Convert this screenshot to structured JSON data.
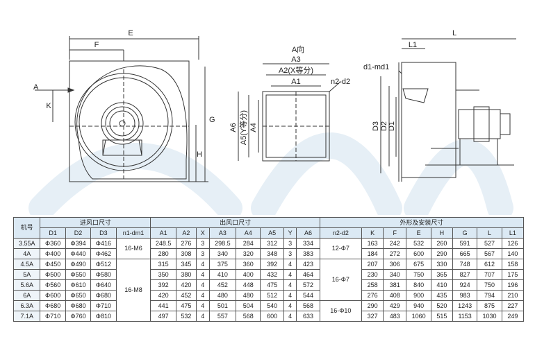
{
  "colors": {
    "header_bg": "#dbe9f4",
    "watermark": "#e6eff6",
    "line": "#333333"
  },
  "drawing": {
    "front_view": {
      "E": "E",
      "F": "F",
      "A": "A",
      "K": "K",
      "G": "G",
      "H": "H"
    },
    "outlet_view": {
      "title": "A向",
      "A3": "A3",
      "A2": "A2(X等分)",
      "A1": "A1",
      "n2d2": "n2-d2",
      "A6": "A6",
      "A5": "A5(Y等分)",
      "A4": "A4"
    },
    "side_view": {
      "L": "L",
      "L1": "L1",
      "d1md1": "d1-md1",
      "D3": "D3",
      "D2": "D2",
      "D1": "D1"
    }
  },
  "table": {
    "group_headers": {
      "model": "机号",
      "inlet": "进风口尺寸",
      "outlet": "出风口尺寸",
      "install": "外形及安装尺寸"
    },
    "columns": [
      "D1",
      "D2",
      "D3",
      "n1-dm1",
      "A1",
      "A2",
      "X",
      "A3",
      "A4",
      "A5",
      "Y",
      "A6",
      "n2-d2",
      "K",
      "F",
      "E",
      "H",
      "G",
      "L",
      "L1"
    ],
    "n1_groups": [
      "16-M6",
      "16-M8"
    ],
    "n2_groups": [
      "12-Φ7",
      "16-Φ7",
      "16-Φ10"
    ],
    "rows": [
      {
        "model": "3.55A",
        "D1": "Φ360",
        "D2": "Φ394",
        "D3": "Φ416",
        "A1": "248.5",
        "A2": "276",
        "X": "3",
        "A3": "298.5",
        "A4": "284",
        "A5": "312",
        "Y": "3",
        "A6": "334",
        "K": "163",
        "F": "242",
        "E": "532",
        "H": "260",
        "G": "591",
        "L": "527",
        "L1": "126"
      },
      {
        "model": "4A",
        "D1": "Φ400",
        "D2": "Φ440",
        "D3": "Φ462",
        "A1": "280",
        "A2": "308",
        "X": "3",
        "A3": "340",
        "A4": "320",
        "A5": "348",
        "Y": "3",
        "A6": "383",
        "K": "184",
        "F": "272",
        "E": "600",
        "H": "290",
        "G": "665",
        "L": "567",
        "L1": "140"
      },
      {
        "model": "4.5A",
        "D1": "Φ450",
        "D2": "Φ490",
        "D3": "Φ512",
        "A1": "315",
        "A2": "345",
        "X": "4",
        "A3": "375",
        "A4": "360",
        "A5": "392",
        "Y": "4",
        "A6": "423",
        "K": "207",
        "F": "306",
        "E": "675",
        "H": "330",
        "G": "748",
        "L": "612",
        "L1": "158"
      },
      {
        "model": "5A",
        "D1": "Φ500",
        "D2": "Φ550",
        "D3": "Φ580",
        "A1": "350",
        "A2": "380",
        "X": "4",
        "A3": "410",
        "A4": "400",
        "A5": "432",
        "Y": "4",
        "A6": "464",
        "K": "230",
        "F": "340",
        "E": "750",
        "H": "365",
        "G": "827",
        "L": "707",
        "L1": "175"
      },
      {
        "model": "5.6A",
        "D1": "Φ560",
        "D2": "Φ610",
        "D3": "Φ640",
        "A1": "392",
        "A2": "420",
        "X": "4",
        "A3": "452",
        "A4": "448",
        "A5": "475",
        "Y": "4",
        "A6": "572",
        "K": "258",
        "F": "381",
        "E": "840",
        "H": "410",
        "G": "924",
        "L": "750",
        "L1": "196"
      },
      {
        "model": "6A",
        "D1": "Φ600",
        "D2": "Φ650",
        "D3": "Φ680",
        "A1": "420",
        "A2": "452",
        "X": "4",
        "A3": "480",
        "A4": "480",
        "A5": "512",
        "Y": "4",
        "A6": "544",
        "K": "276",
        "F": "408",
        "E": "900",
        "H": "435",
        "G": "983",
        "L": "794",
        "L1": "210"
      },
      {
        "model": "6.3A",
        "D1": "Φ680",
        "D2": "Φ680",
        "D3": "Φ710",
        "A1": "441",
        "A2": "475",
        "X": "4",
        "A3": "501",
        "A4": "504",
        "A5": "540",
        "Y": "4",
        "A6": "568",
        "K": "290",
        "F": "429",
        "E": "940",
        "H": "520",
        "G": "1243",
        "L": "875",
        "L1": "227"
      },
      {
        "model": "7.1A",
        "D1": "Φ710",
        "D2": "Φ760",
        "D3": "Φ810",
        "A1": "497",
        "A2": "532",
        "X": "4",
        "A3": "557",
        "A4": "568",
        "A5": "600",
        "Y": "4",
        "A6": "633",
        "K": "327",
        "F": "483",
        "E": "1060",
        "H": "515",
        "G": "1153",
        "L": "1030",
        "L1": "249"
      }
    ]
  }
}
